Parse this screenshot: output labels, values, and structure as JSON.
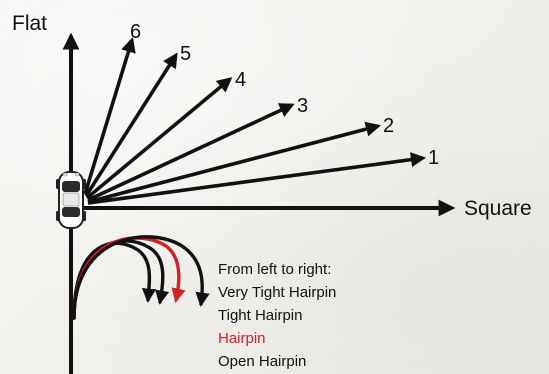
{
  "axes": {
    "vertical_label": "Flat",
    "horizontal_label": "Square"
  },
  "rays": [
    {
      "label": "1"
    },
    {
      "label": "2"
    },
    {
      "label": "3"
    },
    {
      "label": "4"
    },
    {
      "label": "5"
    },
    {
      "label": "6"
    }
  ],
  "legend": {
    "heading": "From left to right:",
    "items": [
      {
        "label": "Very Tight Hairpin",
        "color": "#111111"
      },
      {
        "label": "Tight Hairpin",
        "color": "#111111"
      },
      {
        "label": "Hairpin",
        "color": "#d42027"
      },
      {
        "label": "Open Hairpin",
        "color": "#111111"
      }
    ]
  },
  "colors": {
    "line": "#111111",
    "highlight": "#d42027"
  },
  "icons": {
    "car": "car-icon"
  }
}
